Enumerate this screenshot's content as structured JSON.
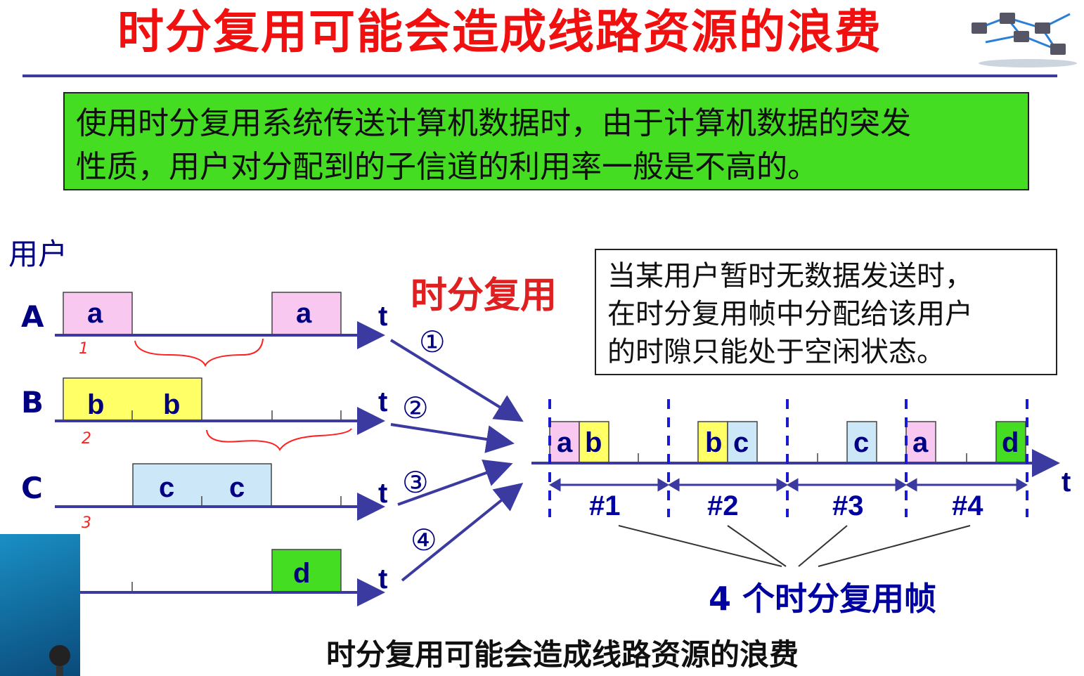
{
  "title": "时分复用可能会造成线路资源的浪费",
  "green_box": {
    "line1": "使用时分复用系统传送计算机数据时，由于计算机数据的突发",
    "line2": "性质，用户对分配到的子信道的利用率一般是不高的。"
  },
  "user_label": "用户",
  "rows": [
    {
      "label": "A",
      "annotation": "1"
    },
    {
      "label": "B",
      "annotation": "2"
    },
    {
      "label": "C",
      "annotation": "3"
    },
    {
      "label": "",
      "annotation": ""
    }
  ],
  "time_label": "t",
  "tdm_label": "时分复用",
  "channel_markers": [
    "①",
    "②",
    "③",
    "④"
  ],
  "info_box": {
    "line1": "当某用户暂时无数据发送时，",
    "line2": "在时分复用帧中分配给该用户",
    "line3": "的时隙只能处于空闲状态。"
  },
  "frames": [
    "#1",
    "#2",
    "#3",
    "#4"
  ],
  "frames_caption": "4 个时分复用帧",
  "bottom_caption": "时分复用可能会造成线路资源的浪费",
  "block_letters": {
    "a": "a",
    "b": "b",
    "c": "c",
    "d": "d"
  },
  "colors": {
    "title": "#f01010",
    "line": "#3a3aa0",
    "green_box": "#44dd22",
    "block_a": "#f8c8f0",
    "block_b": "#ffff66",
    "block_c": "#cce8f8",
    "block_d": "#44dd22",
    "annotation": "#ff2020"
  }
}
